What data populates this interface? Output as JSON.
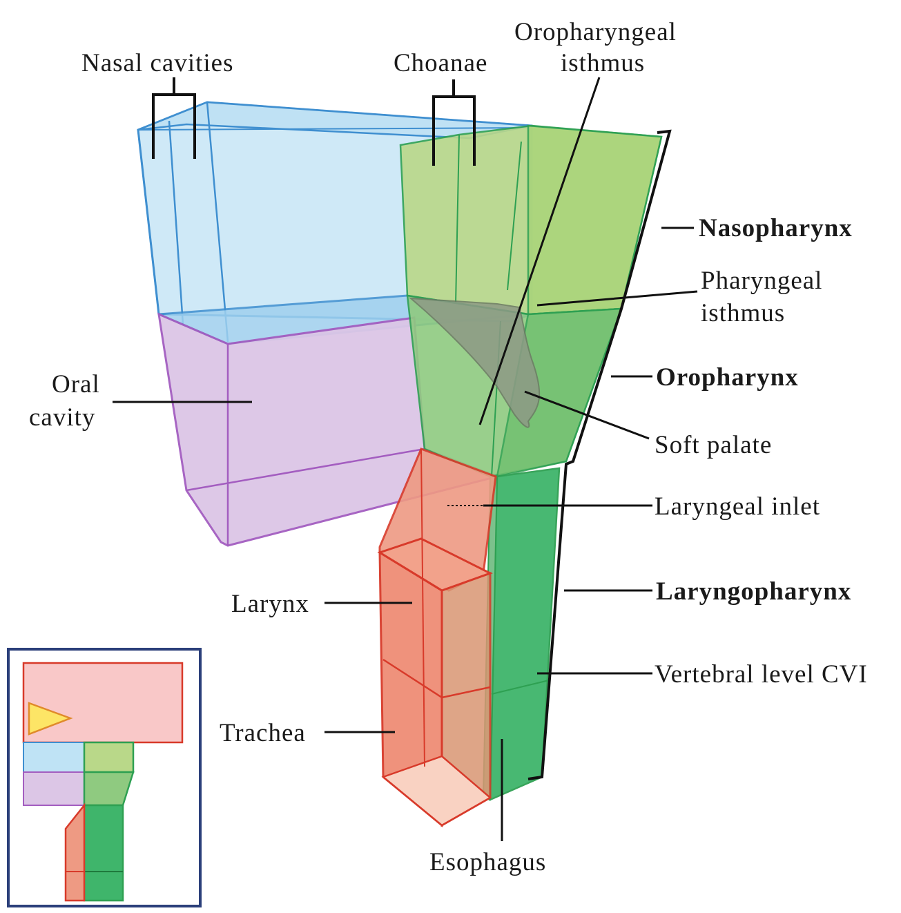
{
  "labels": {
    "nasal_cavities": "Nasal cavities",
    "choanae": "Choanae",
    "oropharyngeal_isthmus_1": "Oropharyngeal",
    "oropharyngeal_isthmus_2": "isthmus",
    "nasopharynx": "Nasopharynx",
    "pharyngeal_isthmus_1": "Pharyngeal",
    "pharyngeal_isthmus_2": "isthmus",
    "oral_cavity_1": "Oral",
    "oral_cavity_2": "cavity",
    "oropharynx": "Oropharynx",
    "soft_palate": "Soft palate",
    "laryngeal_inlet": "Laryngeal inlet",
    "larynx": "Larynx",
    "laryngopharynx": "Laryngopharynx",
    "vertebral_level": "Vertebral level CVI",
    "trachea": "Trachea",
    "esophagus": "Esophagus"
  },
  "colors": {
    "nasal": "#c9e6f5",
    "nasal_edge": "#3f8fd0",
    "oral": "#dcc6e6",
    "oral_edge": "#a35dc0",
    "pharynx_upper": "#b9d889",
    "pharynx_mid": "#8fca80",
    "pharynx_lower": "#3fb56b",
    "pharynx_edge": "#2ea052",
    "larynx": "#ee9a83",
    "larynx_edge": "#d83a2a",
    "soft_palate": "#8e9a86",
    "inset_border": "#2b3f7a",
    "inset_pink": "#f9c8c8",
    "inset_triangle": "#fde566"
  }
}
